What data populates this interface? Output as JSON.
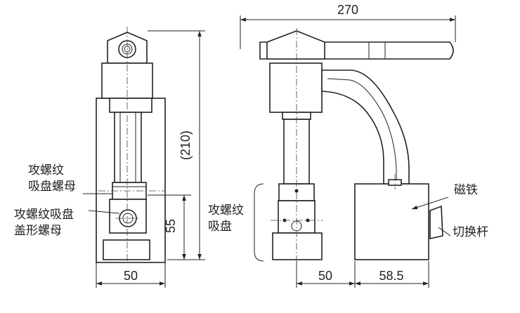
{
  "dimensions": {
    "overall_length": "270",
    "height": "(210)",
    "height_55": "55",
    "front_width": "50",
    "side_width": "50",
    "magnet_width": "58.5"
  },
  "labels": {
    "tap_nut_line1": "攻螺纹",
    "tap_nut_line2": "吸盘螺母",
    "cap_nut_line1": "攻螺纹吸盘",
    "cap_nut_line2": "盖形螺母",
    "tap_disc_line1": "攻螺纹",
    "tap_disc_line2": "吸盘",
    "magnet": "磁铁",
    "switch_lever": "切换杆"
  }
}
